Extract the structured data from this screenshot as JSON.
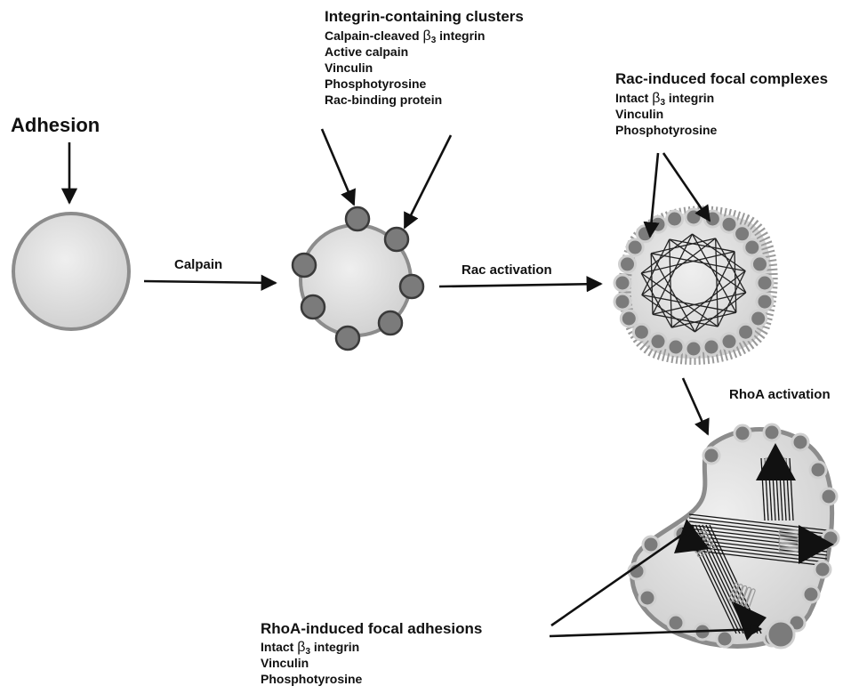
{
  "labels": {
    "adhesion": "Adhesion",
    "calpain": "Calpain",
    "rac_activation": "Rac activation",
    "rhoa_activation": "RhoA activation"
  },
  "integrin_clusters": {
    "title": "Integrin-containing clusters",
    "items": [
      {
        "pre": "Calpain-cleaved ",
        "beta": "β",
        "sub": "3",
        "post": " integrin"
      },
      {
        "pre": "Active calpain"
      },
      {
        "pre": "Vinculin"
      },
      {
        "pre": "Phosphotyrosine"
      },
      {
        "pre": "Rac-binding protein"
      }
    ]
  },
  "rac_complexes": {
    "title": "Rac-induced focal complexes",
    "items": [
      {
        "pre": "Intact ",
        "beta": "β",
        "sub": "3",
        "post": " integrin"
      },
      {
        "pre": "Vinculin"
      },
      {
        "pre": "Phosphotyrosine"
      }
    ]
  },
  "rhoa_adhesions": {
    "title": "RhoA-induced focal adhesions",
    "items": [
      {
        "pre": "Intact ",
        "beta": "β",
        "sub": "3",
        "post": " integrin"
      },
      {
        "pre": "Vinculin"
      },
      {
        "pre": "Phosphotyrosine"
      }
    ]
  },
  "colors": {
    "cell_fill": "#d9d9d9",
    "cell_rim": "#8c8c8c",
    "cluster_fill": "#7b7b7b",
    "cluster_stroke": "#3a3a3a",
    "arrow": "#111111"
  }
}
